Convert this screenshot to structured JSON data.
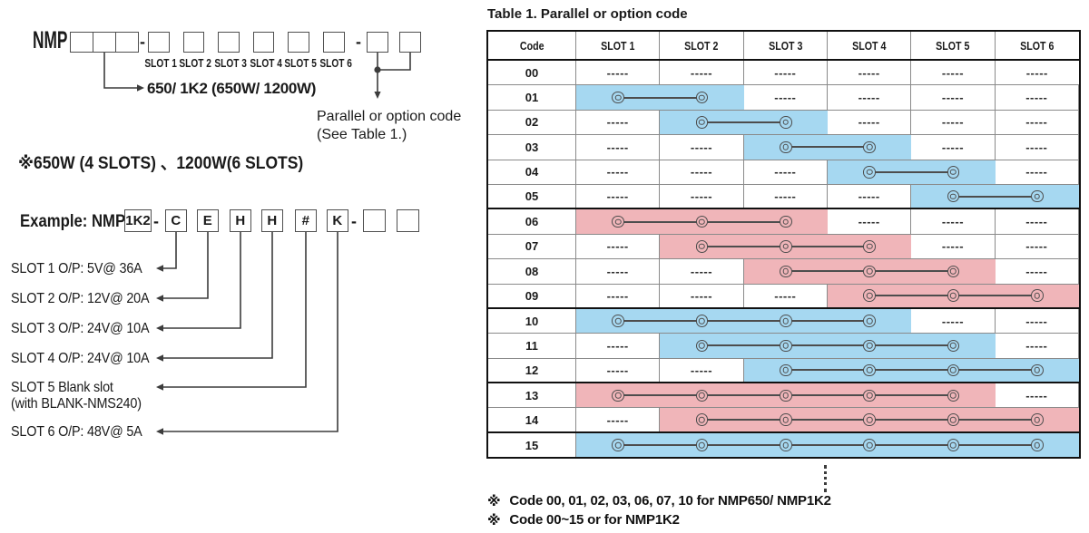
{
  "diagram": {
    "prefix": "NMP",
    "hyphen": "-",
    "slot_labels": [
      "SLOT 1",
      "SLOT 2",
      "SLOT 3",
      "SLOT 4",
      "SLOT 5",
      "SLOT 6"
    ],
    "power_code_label": "650/ 1K2 (650W/ 1200W)",
    "watt_note": "※650W (4 SLOTS) 、1200W(6 SLOTS)",
    "parallel_note": [
      "Parallel or option code",
      "(See Table 1.)"
    ],
    "example": {
      "label": "Example: NMP",
      "model": "1K2",
      "codes": [
        "C",
        "E",
        "H",
        "H",
        "#",
        "K"
      ],
      "descriptions": [
        {
          "lines": [
            "SLOT 1  O/P: 5V@ 36A"
          ]
        },
        {
          "lines": [
            "SLOT 2  O/P: 12V@ 20A"
          ]
        },
        {
          "lines": [
            "SLOT 3  O/P: 24V@ 10A"
          ]
        },
        {
          "lines": [
            "SLOT 4  O/P: 24V@ 10A"
          ]
        },
        {
          "lines": [
            "SLOT 5  Blank slot",
            "(with BLANK-NMS240)"
          ]
        },
        {
          "lines": [
            "SLOT 6  O/P: 48V@ 5A"
          ]
        }
      ]
    }
  },
  "table": {
    "title": "Table 1. Parallel or option code",
    "headers": [
      "Code",
      "SLOT 1",
      "SLOT 2",
      "SLOT 3",
      "SLOT 4",
      "SLOT 5",
      "SLOT 6"
    ],
    "dash": "-----",
    "band_colors": {
      "blue": "#a6d8f1",
      "pink": "#f0b5b9"
    },
    "rows": [
      {
        "code": "00",
        "band": null
      },
      {
        "code": "01",
        "band": {
          "from": 1,
          "to": 2,
          "color": "blue"
        }
      },
      {
        "code": "02",
        "band": {
          "from": 2,
          "to": 3,
          "color": "blue"
        }
      },
      {
        "code": "03",
        "band": {
          "from": 3,
          "to": 4,
          "color": "blue"
        }
      },
      {
        "code": "04",
        "band": {
          "from": 4,
          "to": 5,
          "color": "blue"
        }
      },
      {
        "code": "05",
        "band": {
          "from": 5,
          "to": 6,
          "color": "blue"
        },
        "group_end": true
      },
      {
        "code": "06",
        "band": {
          "from": 1,
          "to": 3,
          "color": "pink"
        }
      },
      {
        "code": "07",
        "band": {
          "from": 2,
          "to": 4,
          "color": "pink"
        }
      },
      {
        "code": "08",
        "band": {
          "from": 3,
          "to": 5,
          "color": "pink"
        }
      },
      {
        "code": "09",
        "band": {
          "from": 4,
          "to": 6,
          "color": "pink"
        },
        "group_end": true
      },
      {
        "code": "10",
        "band": {
          "from": 1,
          "to": 4,
          "color": "blue"
        }
      },
      {
        "code": "11",
        "band": {
          "from": 2,
          "to": 5,
          "color": "blue"
        }
      },
      {
        "code": "12",
        "band": {
          "from": 3,
          "to": 6,
          "color": "blue"
        },
        "group_end": true
      },
      {
        "code": "13",
        "band": {
          "from": 1,
          "to": 5,
          "color": "pink"
        }
      },
      {
        "code": "14",
        "band": {
          "from": 2,
          "to": 6,
          "color": "pink"
        },
        "group_end": true
      },
      {
        "code": "15",
        "band": {
          "from": 1,
          "to": 6,
          "color": "blue"
        }
      }
    ],
    "footnote_marker": "※",
    "footnotes": [
      "Code 00, 01, 02, 03, 06, 07, 10 for NMP650/ NMP1K2",
      "Code 00~15 or for NMP1K2"
    ]
  }
}
